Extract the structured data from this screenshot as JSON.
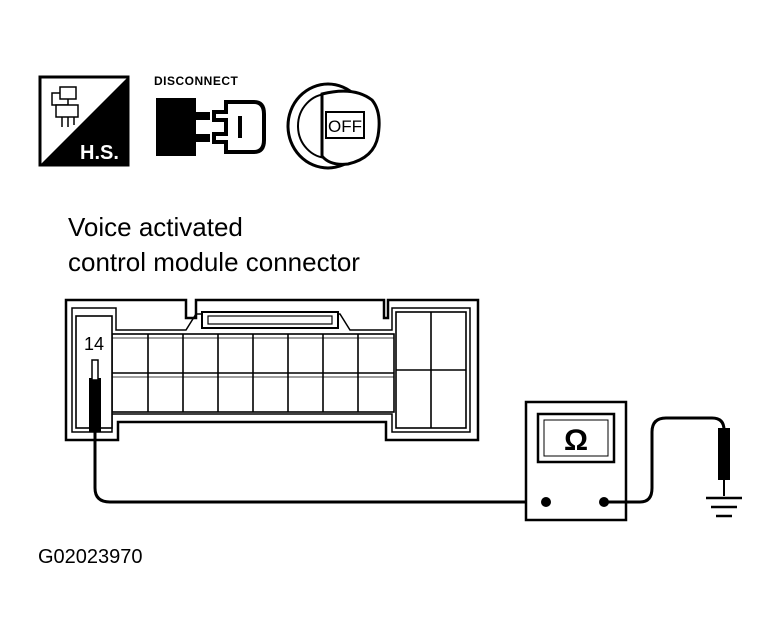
{
  "icons": {
    "harness_label": "H.S.",
    "disconnect_label": "DISCONNECT",
    "ignition_label": "OFF"
  },
  "diagram": {
    "title_line1": "Voice activated",
    "title_line2": "control module connector",
    "terminal_number": "14",
    "meter_symbol": "Ω",
    "figure_code": "G02023970"
  }
}
